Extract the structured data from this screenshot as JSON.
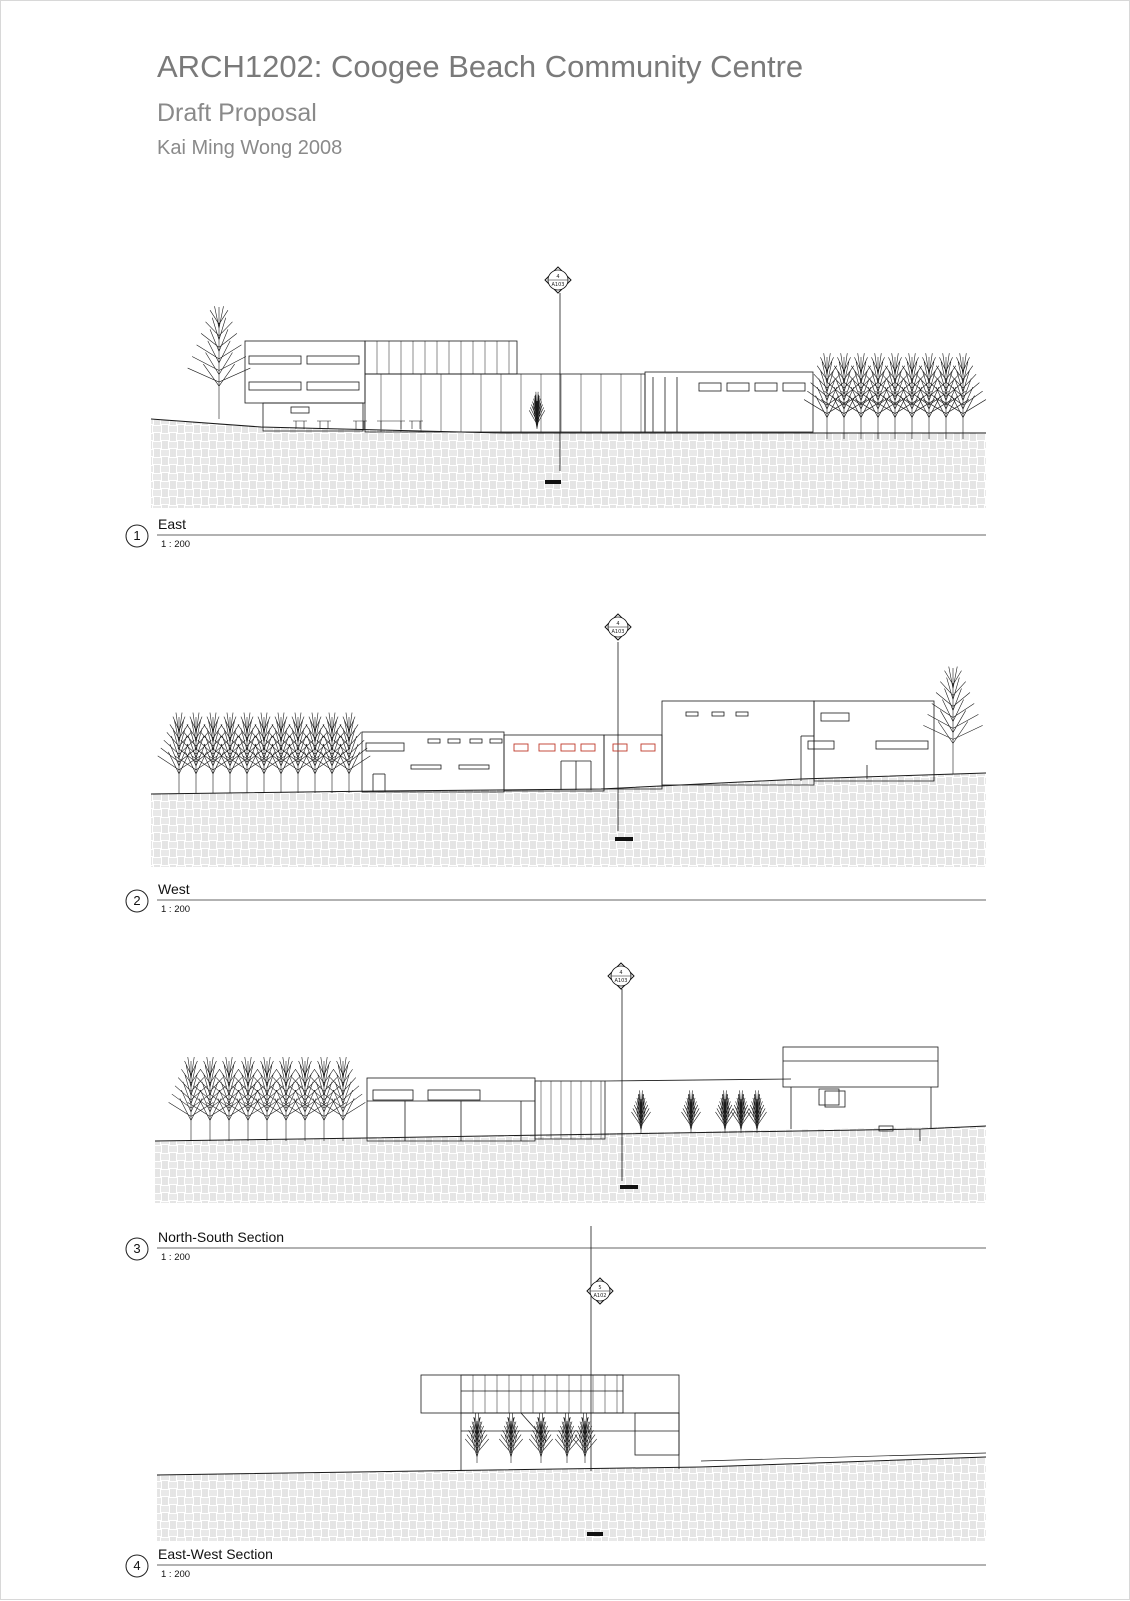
{
  "sheet": {
    "title": "ARCH1202: Coogee Beach Community Centre",
    "subtitle": "Draft Proposal",
    "author_line": "Kai Ming Wong 2008"
  },
  "views": [
    {
      "number": "1",
      "title": "East",
      "scale": "1 : 200",
      "marker_top": "4",
      "marker_bottom": "A103"
    },
    {
      "number": "2",
      "title": "West",
      "scale": "1 : 200",
      "marker_top": "4",
      "marker_bottom": "A103"
    },
    {
      "number": "3",
      "title": "North-South Section",
      "scale": "1 : 200",
      "marker_top": "4",
      "marker_bottom": "A103"
    },
    {
      "number": "4",
      "title": "East-West Section",
      "scale": "1 : 200",
      "marker_top": "5",
      "marker_bottom": "A102"
    }
  ],
  "colors": {
    "line": "#1a1a1a",
    "hatch": "#9a9a9a",
    "title_grey": "#7a7a7a",
    "window_red": "#c0392b"
  },
  "icons": [
    "section-marker-icon",
    "tree-icon",
    "view-number-circle-icon"
  ]
}
